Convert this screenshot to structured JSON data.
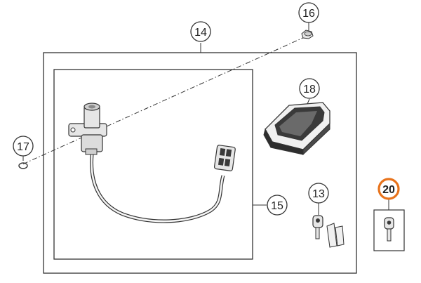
{
  "callouts": {
    "c13": "13",
    "c14": "14",
    "c15": "15",
    "c16": "16",
    "c17": "17",
    "c18": "18",
    "c20": "20"
  },
  "colors": {
    "line": "#333333",
    "highlight": "#e8731c",
    "part_fill": "#e6e6e6",
    "part_dark": "#3a3a3a"
  },
  "highlighted_callout": "20"
}
